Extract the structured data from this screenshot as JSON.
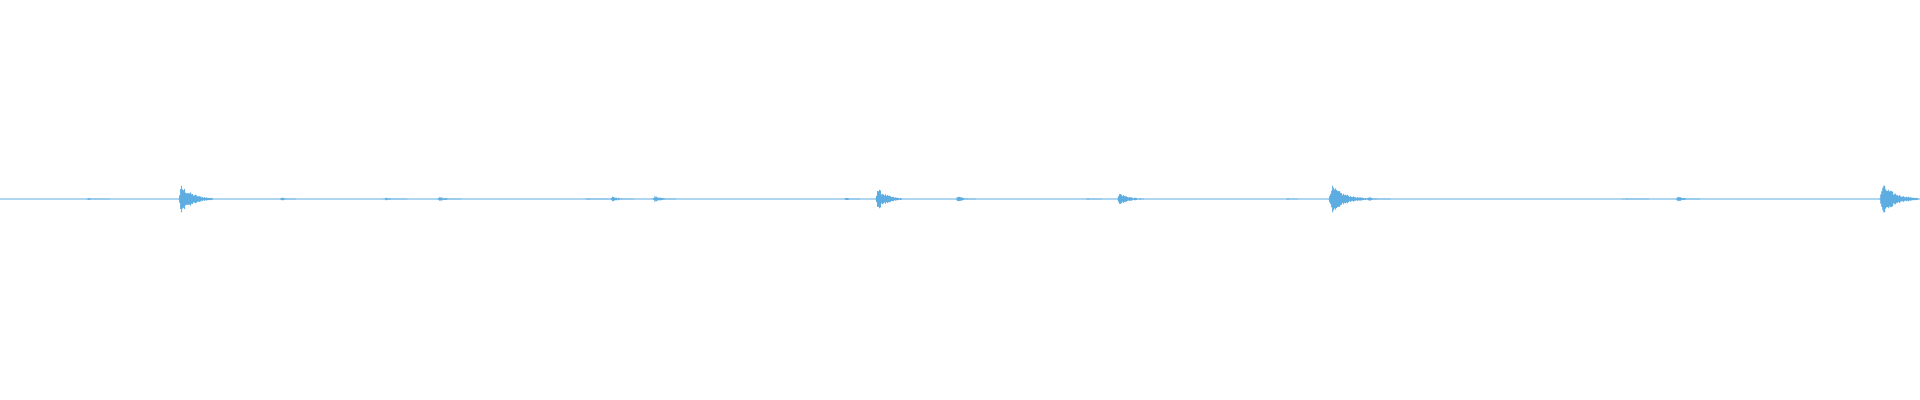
{
  "waveform": {
    "color": "#5dade2",
    "background": "#ffffff",
    "baseline_color": "#5dade2",
    "events": [
      {
        "t": 0.045,
        "amp": 0.04,
        "dur": 0.012
      },
      {
        "t": 0.093,
        "amp": 0.55,
        "dur": 0.018
      },
      {
        "t": 0.146,
        "amp": 0.08,
        "dur": 0.008
      },
      {
        "t": 0.2,
        "amp": 0.06,
        "dur": 0.012
      },
      {
        "t": 0.228,
        "amp": 0.09,
        "dur": 0.012
      },
      {
        "t": 0.305,
        "amp": 0.04,
        "dur": 0.012
      },
      {
        "t": 0.318,
        "amp": 0.1,
        "dur": 0.012
      },
      {
        "t": 0.34,
        "amp": 0.12,
        "dur": 0.012
      },
      {
        "t": 0.44,
        "amp": 0.06,
        "dur": 0.008
      },
      {
        "t": 0.456,
        "amp": 0.45,
        "dur": 0.014
      },
      {
        "t": 0.498,
        "amp": 0.12,
        "dur": 0.01
      },
      {
        "t": 0.566,
        "amp": 0.04,
        "dur": 0.008
      },
      {
        "t": 0.582,
        "amp": 0.25,
        "dur": 0.014
      },
      {
        "t": 0.67,
        "amp": 0.04,
        "dur": 0.006
      },
      {
        "t": 0.692,
        "amp": 0.55,
        "dur": 0.02
      },
      {
        "t": 0.712,
        "amp": 0.08,
        "dur": 0.012
      },
      {
        "t": 0.845,
        "amp": 0.04,
        "dur": 0.014
      },
      {
        "t": 0.873,
        "amp": 0.1,
        "dur": 0.012
      },
      {
        "t": 0.979,
        "amp": 0.6,
        "dur": 0.02
      }
    ]
  }
}
